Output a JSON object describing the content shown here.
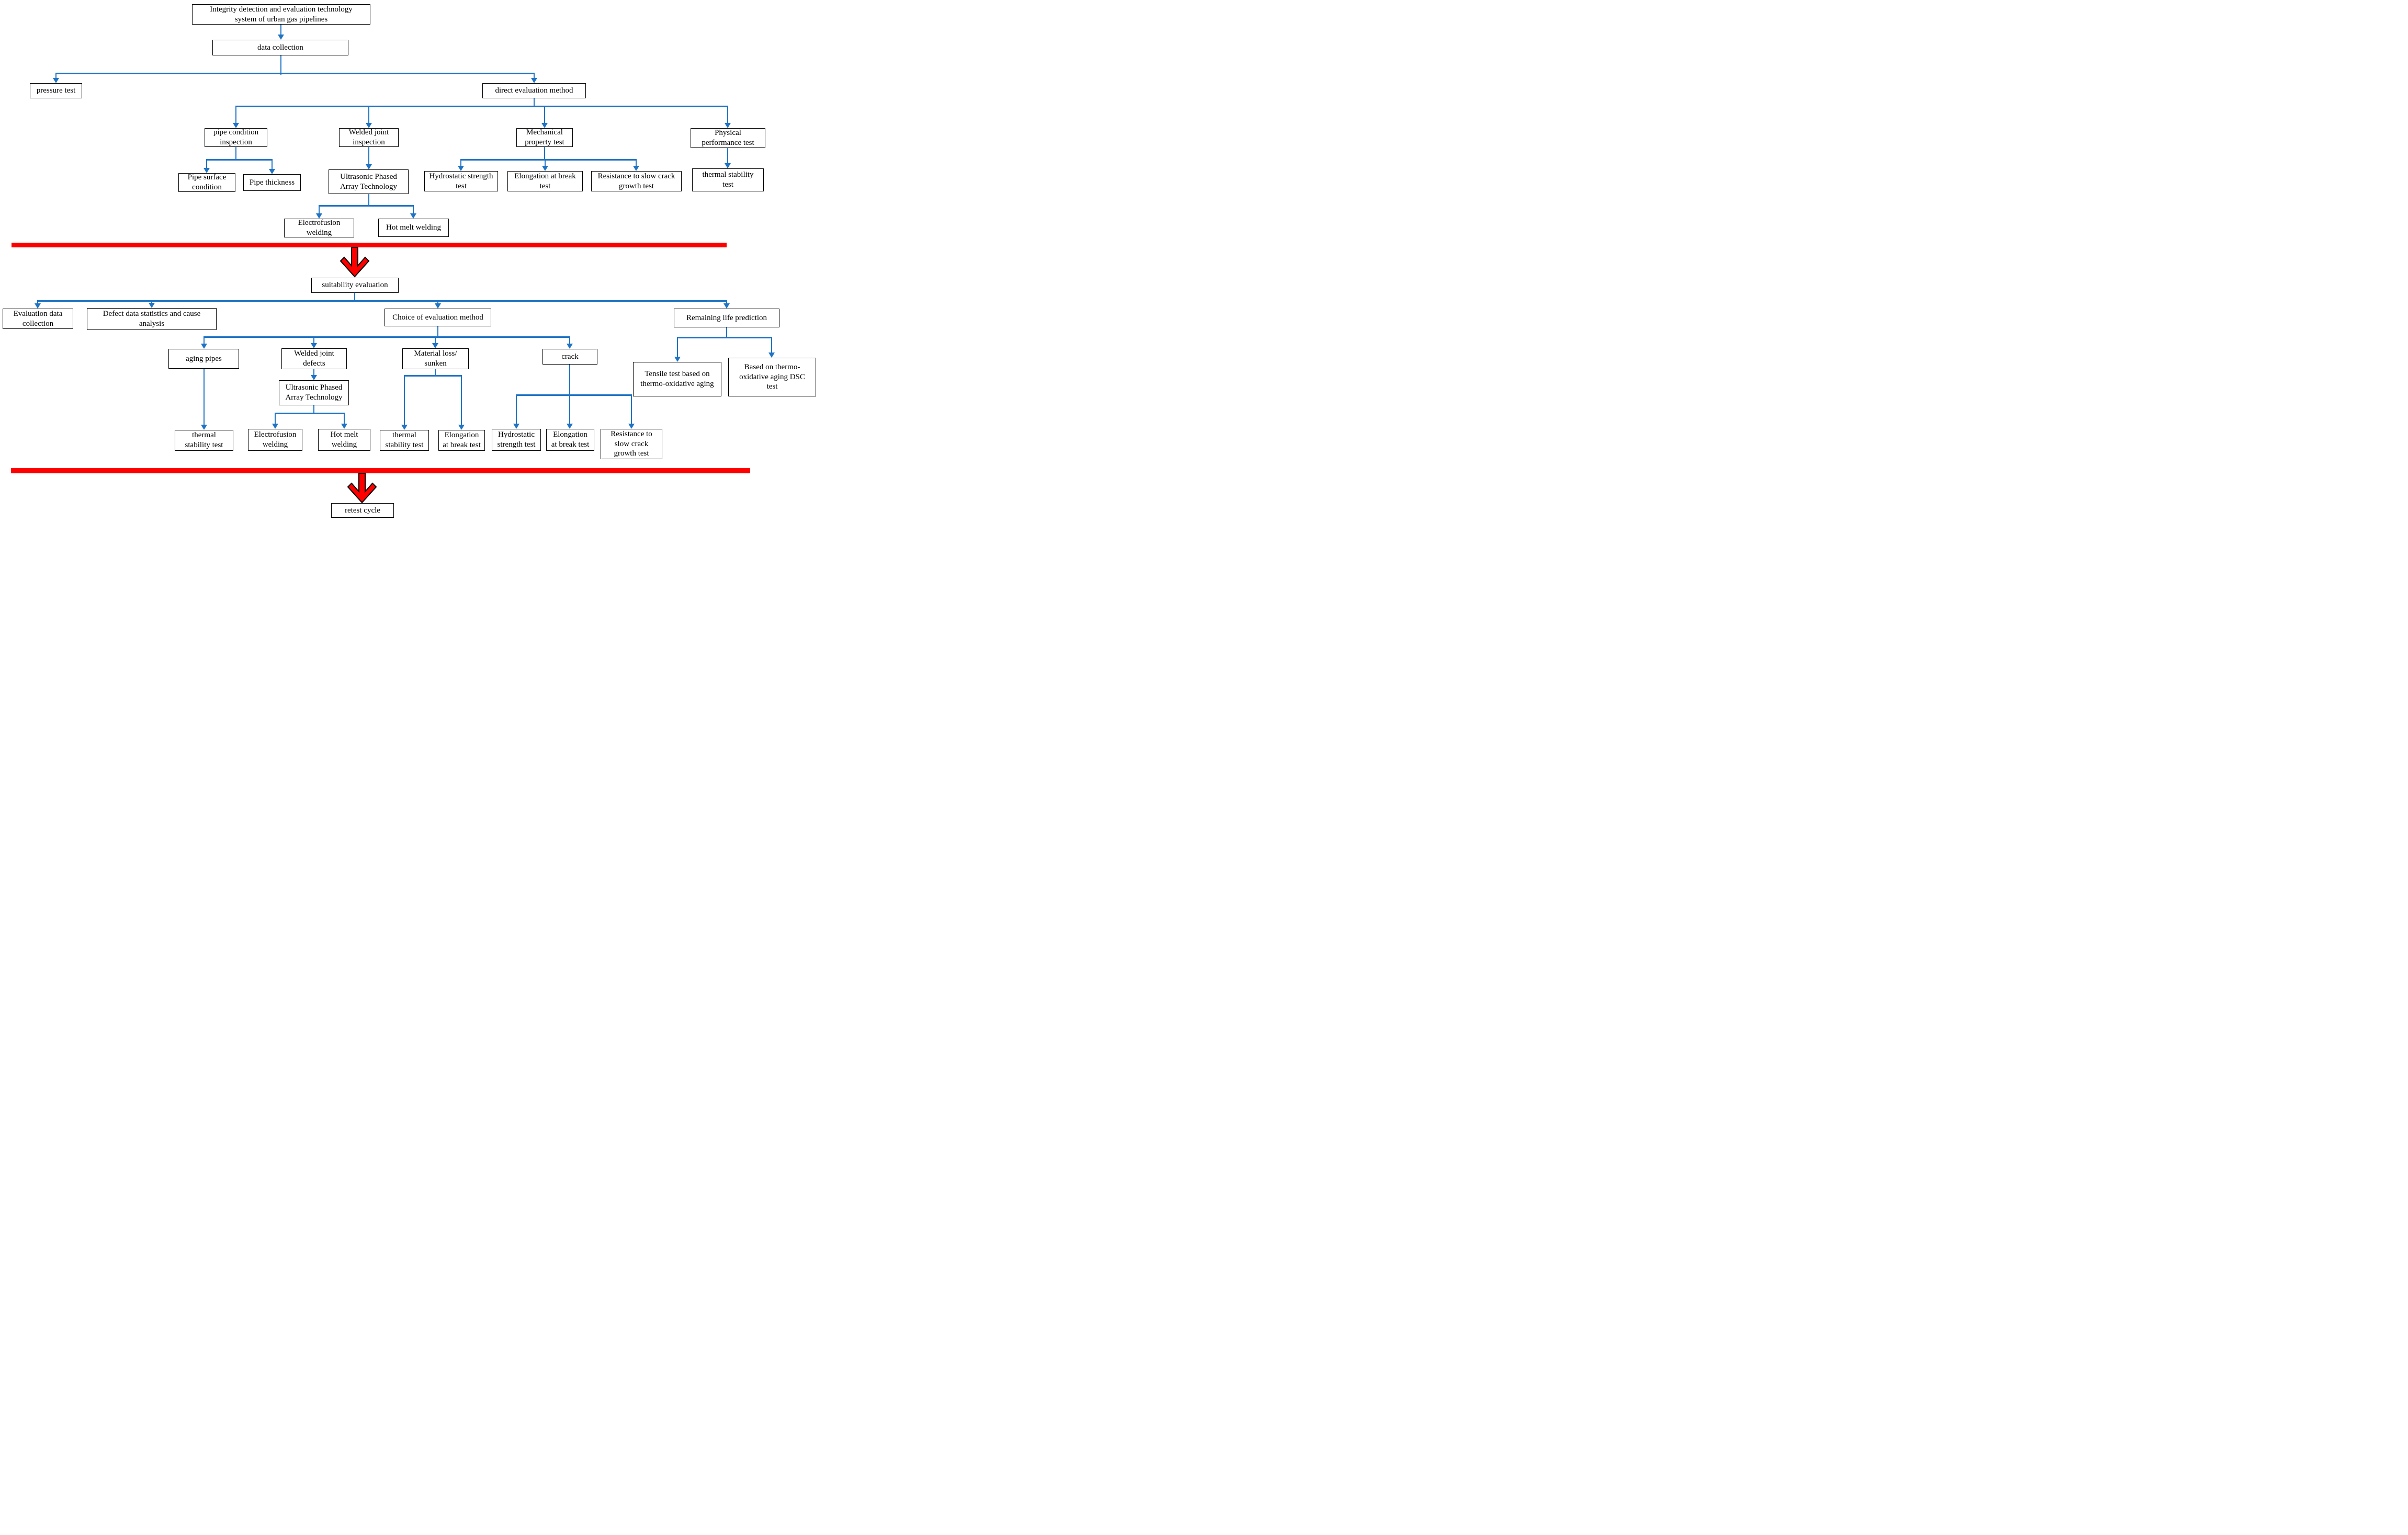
{
  "diagram": {
    "colors": {
      "flow_line": "#1E73C4",
      "divider_red": "#FF0000",
      "box_border": "#000000",
      "background": "#FFFFFF",
      "text": "#000000"
    },
    "icons": {
      "phase_arrow": "red-down-arrow",
      "flow_arrowhead": "blue-down-arrowhead"
    },
    "nodes": {
      "root": "Integrity detection and evaluation technology\nsystem of urban gas pipelines",
      "data_collection": "data collection",
      "pressure_test": "pressure test",
      "direct_eval": "direct evaluation method",
      "pipe_condition": "pipe condition\ninspection",
      "welded_joint_inspection": "Welded joint\ninspection",
      "mechanical": "Mechanical\nproperty test",
      "physical": "Physical\nperformance test",
      "pipe_surface": "Pipe surface\ncondition",
      "pipe_thickness": "Pipe thickness",
      "upat1": "Ultrasonic Phased\nArray Technology",
      "hydrostatic1": "Hydrostatic strength\ntest",
      "elongation1": "Elongation at break\ntest",
      "slow_crack1": "Resistance to slow crack\ngrowth test",
      "thermal1": "thermal stability\ntest",
      "electrofusion1": "Electrofusion\nwelding",
      "hot_melt1": "Hot melt welding",
      "suitability": "suitability evaluation",
      "eval_data": "Evaluation data\ncollection",
      "defect_data": "Defect data statistics and cause\nanalysis",
      "choice": "Choice of evaluation method",
      "remaining_life": "Remaining life prediction",
      "aging_pipes": "aging pipes",
      "welded_defects": "Welded joint\ndefects",
      "material_loss": "Material loss/\nsunken",
      "crack": "crack",
      "upat2": "Ultrasonic Phased\nArray Technology",
      "tensile": "Tensile test based on\nthermo-oxidative aging",
      "dsc": "Based on thermo-\noxidative aging DSC\ntest",
      "thermal2": "thermal\nstability test",
      "electrofusion2": "Electrofusion\nwelding",
      "hot_melt2": "Hot melt\nwelding",
      "thermal3": "thermal\nstability test",
      "elongation2": "Elongation\nat break test",
      "hydrostatic2": "Hydrostatic\nstrength test",
      "elongation3": "Elongation\nat break test",
      "slow_crack2": "Resistance to\nslow crack\ngrowth test",
      "retest": "retest cycle"
    }
  }
}
